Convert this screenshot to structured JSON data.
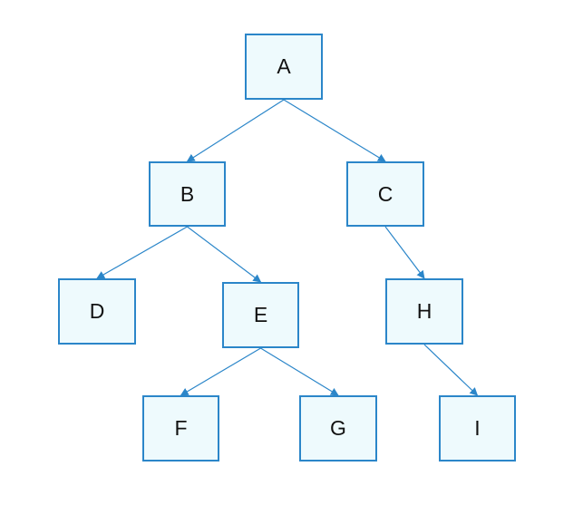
{
  "colors": {
    "node_border": "#2b86c9",
    "node_fill": "#eefafd",
    "edge": "#2b86c9",
    "text": "#111111"
  },
  "nodes": [
    {
      "id": "A",
      "label": "A"
    },
    {
      "id": "B",
      "label": "B"
    },
    {
      "id": "C",
      "label": "C"
    },
    {
      "id": "D",
      "label": "D"
    },
    {
      "id": "E",
      "label": "E"
    },
    {
      "id": "H",
      "label": "H"
    },
    {
      "id": "F",
      "label": "F"
    },
    {
      "id": "G",
      "label": "G"
    },
    {
      "id": "I",
      "label": "I"
    }
  ],
  "edges": [
    {
      "from": "A",
      "to": "B"
    },
    {
      "from": "A",
      "to": "C"
    },
    {
      "from": "B",
      "to": "D"
    },
    {
      "from": "B",
      "to": "E"
    },
    {
      "from": "C",
      "to": "H"
    },
    {
      "from": "E",
      "to": "F"
    },
    {
      "from": "E",
      "to": "G"
    },
    {
      "from": "H",
      "to": "I"
    }
  ]
}
